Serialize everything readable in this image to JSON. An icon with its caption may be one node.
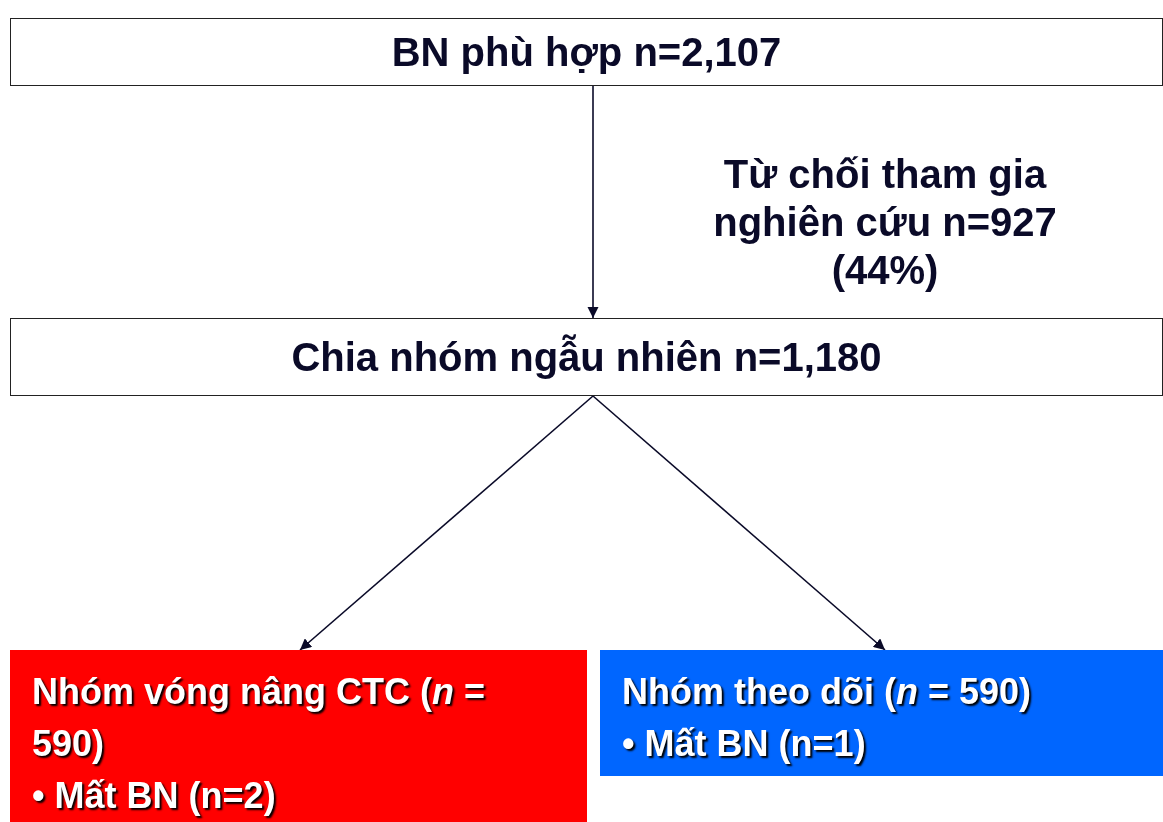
{
  "diagram": {
    "nodes": [
      {
        "text": [
          "BN phù hợp n=2,107"
        ]
      },
      {
        "text": [
          "Chia nhóm ngẫu nhiên n=1,180"
        ]
      },
      {
        "text": [
          "Nhóm vóng nâng CTC (*n* = 590)",
          "• Mất BN (n=2)"
        ]
      },
      {
        "text": [
          "Nhóm theo dõi (*n* = 590)",
          "• Mất BN (n=1)"
        ]
      }
    ],
    "edges": [
      {
        "from": 0,
        "to": 1,
        "arrow": "to"
      },
      {
        "from": 1,
        "to": 2,
        "arrow": "to"
      },
      {
        "from": 1,
        "to": 3,
        "arrow": "to"
      }
    ],
    "labels": [
      "Từ chối tham gia nghiên cứu n=927 (44%)"
    ]
  }
}
